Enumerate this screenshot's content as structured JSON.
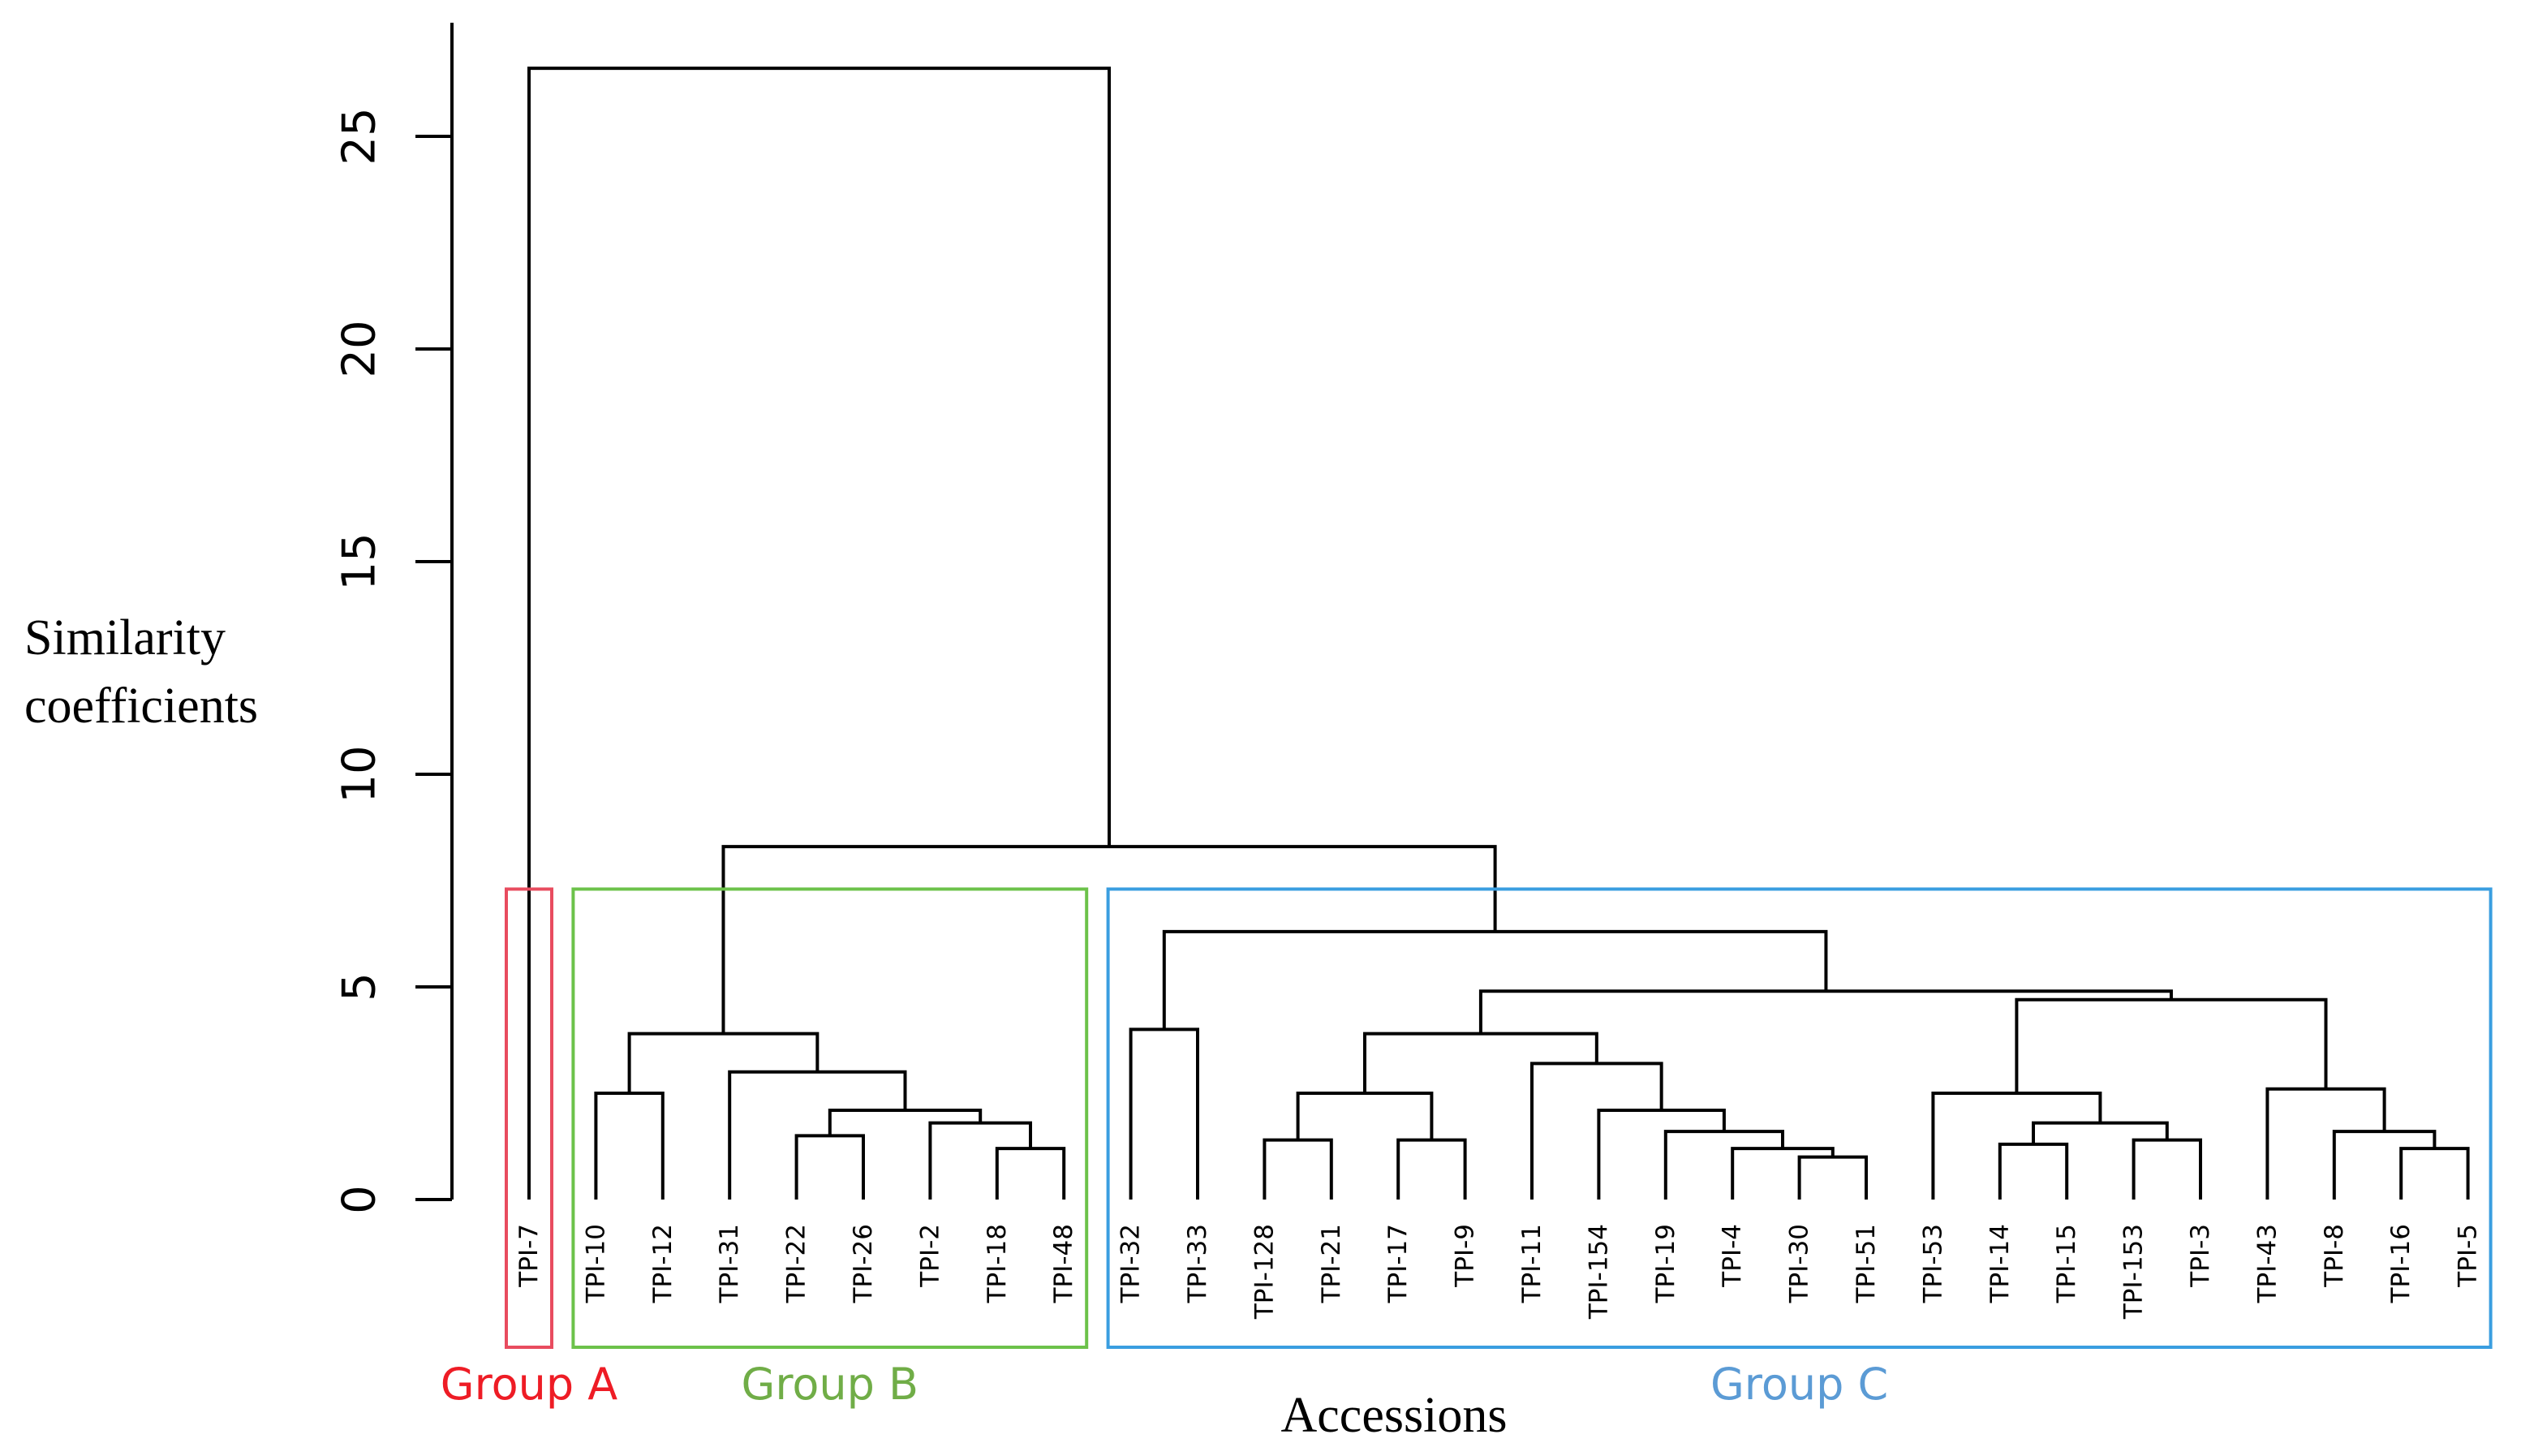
{
  "chart_data": {
    "type": "dendrogram",
    "ylabel_line1": "Similarity",
    "ylabel_line2": "coefficients",
    "xlabel": "Accessions",
    "ylim": [
      0,
      27
    ],
    "yticks": [
      0,
      5,
      10,
      15,
      20,
      25
    ],
    "leaves": [
      "TPI-7",
      "TPI-10",
      "TPI-12",
      "TPI-31",
      "TPI-22",
      "TPI-26",
      "TPI-2",
      "TPI-18",
      "TPI-48",
      "TPI-32",
      "TPI-33",
      "TPI-128",
      "TPI-21",
      "TPI-17",
      "TPI-9",
      "TPI-11",
      "TPI-154",
      "TPI-19",
      "TPI-4",
      "TPI-30",
      "TPI-51",
      "TPI-53",
      "TPI-14",
      "TPI-15",
      "TPI-153",
      "TPI-3",
      "TPI-43",
      "TPI-8",
      "TPI-16",
      "TPI-5"
    ],
    "merges": [
      {
        "id": "m1",
        "left": "TPI-10",
        "right": "TPI-12",
        "height": 2.5
      },
      {
        "id": "m2",
        "left": "TPI-22",
        "right": "TPI-26",
        "height": 1.5
      },
      {
        "id": "m3",
        "left": "TPI-18",
        "right": "TPI-48",
        "height": 1.2
      },
      {
        "id": "m4",
        "left": "TPI-2",
        "right": "m3",
        "height": 1.8
      },
      {
        "id": "m5",
        "left": "m2",
        "right": "m4",
        "height": 2.1
      },
      {
        "id": "m6",
        "left": "TPI-31",
        "right": "m5",
        "height": 3.0
      },
      {
        "id": "m7",
        "left": "m1",
        "right": "m6",
        "height": 3.9
      },
      {
        "id": "m8",
        "left": "TPI-32",
        "right": "TPI-33",
        "height": 4.0
      },
      {
        "id": "m9",
        "left": "TPI-128",
        "right": "TPI-21",
        "height": 1.4
      },
      {
        "id": "m10",
        "left": "TPI-17",
        "right": "TPI-9",
        "height": 1.4
      },
      {
        "id": "m11",
        "left": "m9",
        "right": "m10",
        "height": 2.5
      },
      {
        "id": "m12",
        "left": "TPI-30",
        "right": "TPI-51",
        "height": 1.0
      },
      {
        "id": "m13",
        "left": "TPI-4",
        "right": "m12",
        "height": 1.2
      },
      {
        "id": "m14",
        "left": "TPI-19",
        "right": "m13",
        "height": 1.6
      },
      {
        "id": "m15",
        "left": "TPI-154",
        "right": "m14",
        "height": 2.1
      },
      {
        "id": "m16",
        "left": "TPI-11",
        "right": "m15",
        "height": 3.2
      },
      {
        "id": "m17",
        "left": "m11",
        "right": "m16",
        "height": 3.9
      },
      {
        "id": "m18",
        "left": "TPI-14",
        "right": "TPI-15",
        "height": 1.3
      },
      {
        "id": "m19",
        "left": "TPI-153",
        "right": "TPI-3",
        "height": 1.4
      },
      {
        "id": "m20",
        "left": "m18",
        "right": "m19",
        "height": 1.8
      },
      {
        "id": "m21",
        "left": "TPI-53",
        "right": "m20",
        "height": 2.5
      },
      {
        "id": "m22",
        "left": "TPI-16",
        "right": "TPI-5",
        "height": 1.2
      },
      {
        "id": "m23",
        "left": "TPI-8",
        "right": "m22",
        "height": 1.6
      },
      {
        "id": "m24",
        "left": "TPI-43",
        "right": "m23",
        "height": 2.6
      },
      {
        "id": "m25",
        "left": "m21",
        "right": "m24",
        "height": 4.7
      },
      {
        "id": "m26",
        "left": "m17",
        "right": "m25",
        "height": 4.9
      },
      {
        "id": "m27",
        "left": "m8",
        "right": "m26",
        "height": 6.3
      },
      {
        "id": "m28",
        "left": "m7",
        "right": "m27",
        "height": 8.3
      },
      {
        "id": "m29",
        "left": "TPI-7",
        "right": "m28",
        "height": 26.6
      }
    ],
    "groups": [
      {
        "label": "Group A",
        "color": "#e84c5f",
        "label_color": "#ee1c25",
        "first_leaf": "TPI-7",
        "last_leaf": "TPI-7",
        "top": 7.3
      },
      {
        "label": "Group B",
        "color": "#6cc24a",
        "label_color": "#70ad47",
        "first_leaf": "TPI-10",
        "last_leaf": "TPI-48",
        "top": 7.3
      },
      {
        "label": "Group C",
        "color": "#3a9ee0",
        "label_color": "#5b9bd5",
        "first_leaf": "TPI-32",
        "last_leaf": "TPI-5",
        "top": 7.3
      }
    ]
  }
}
